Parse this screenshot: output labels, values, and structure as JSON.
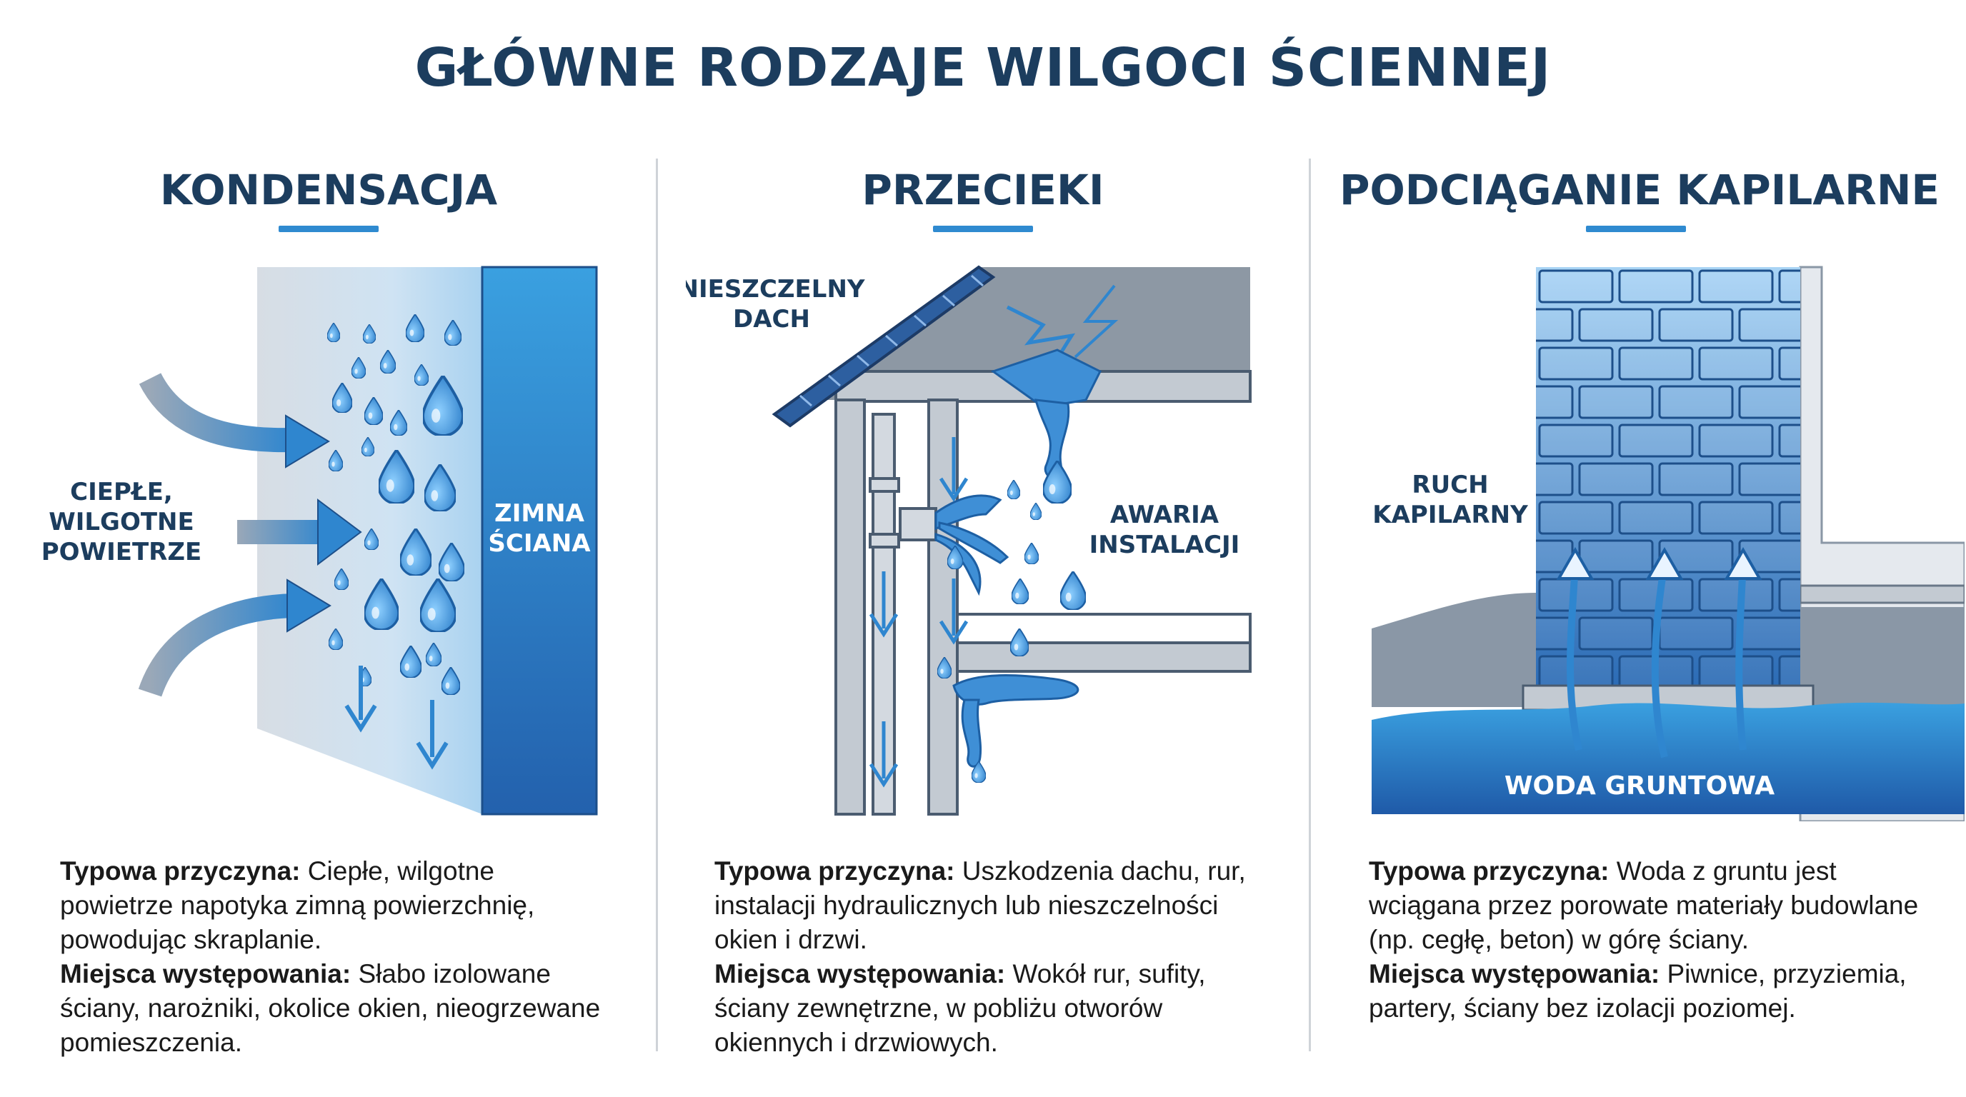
{
  "title": "GŁÓWNE RODZAJE WILGOCI ŚCIENNEJ",
  "columns": [
    {
      "title": "KONDENSACJA",
      "labels": {
        "warm_air": [
          "CIEPŁE,",
          "WILGOTNE",
          "POWIETRZE"
        ],
        "cold_wall": [
          "ZIMNA",
          "ŚCIANA"
        ]
      },
      "cause_label": "Typowa przyczyna:",
      "cause_text": "Ciepłe, wilgotne powietrze napotyka zimną powierzchnię, powodując skraplanie.",
      "places_label": "Miejsca występowania:",
      "places_text": "Słabo izolowane ściany, narożniki, okolice okien, nieogrzewane pomieszczenia."
    },
    {
      "title": "PRZECIEKI",
      "labels": {
        "roof": [
          "NIESZCZELNY",
          "DACH"
        ],
        "installation": [
          "AWARIA",
          "INSTALACJI"
        ]
      },
      "cause_label": "Typowa przyczyna:",
      "cause_text": "Uszkodzenia dachu, rur, instalacji hydraulicznych lub nieszczelności okien i drzwi.",
      "places_label": "Miejsca występowania:",
      "places_text": "Wokół rur, sufity, ściany zewnętrzne, w pobliżu otworów okiennych i drzwiowych."
    },
    {
      "title": "PODCIĄGANIE KAPILARNE",
      "labels": {
        "capillary": [
          "RUCH",
          "KAPILARNY"
        ],
        "groundwater": "WODA GRUNTOWA"
      },
      "cause_label": "Typowa przyczyna:",
      "cause_text": "Woda z gruntu jest wciągana przez porowate materiały budowlane (np. cegłę, beton) w górę ściany.",
      "places_label": "Miejsca występowania:",
      "places_text": "Piwnice, przyziemia, partery, ściany bez izolacji poziomej."
    }
  ],
  "colors": {
    "heading": "#1c3d5e",
    "accent": "#2f8ad0",
    "water": "#3f8fd6",
    "wall_dark": "#2b6fb8",
    "structure": "#8a97a6"
  }
}
